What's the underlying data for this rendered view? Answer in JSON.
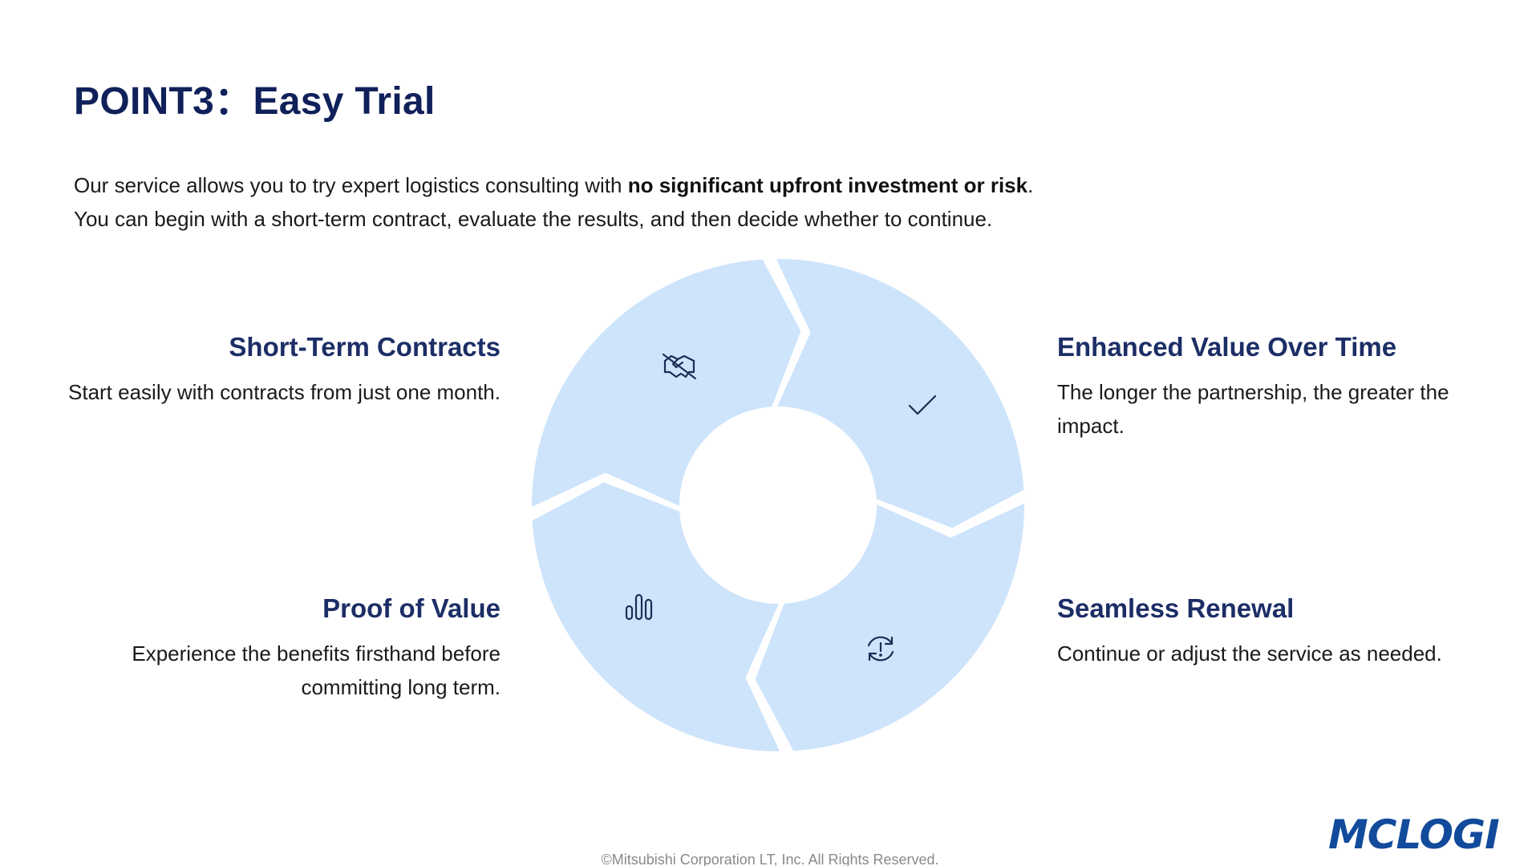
{
  "title": "POINT3：Easy Trial",
  "intro": {
    "line1_prefix": "Our service allows you to try expert logistics consulting with ",
    "line1_bold": "no significant upfront investment or risk",
    "line1_suffix": ".",
    "line2": "You can begin with a short-term contract, evaluate the results, and then decide whether to continue."
  },
  "cycle": {
    "segment_color": "#cde4fb",
    "items": [
      {
        "heading": "Short-Term Contracts",
        "text": "Start easily with contracts from just one month.",
        "icon": "no-handshake-icon"
      },
      {
        "heading": "Enhanced Value Over Time",
        "text": "The longer the partnership, the greater the impact.",
        "icon": "checkmark-icon"
      },
      {
        "heading": "Proof of Value",
        "text": "Experience the benefits firsthand before committing long term.",
        "icon": "bar-chart-icon"
      },
      {
        "heading": "Seamless Renewal",
        "text": "Continue or adjust the service as needed.",
        "icon": "refresh-alert-icon"
      }
    ]
  },
  "colors": {
    "title": "#10205a",
    "heading": "#1c2e66",
    "logo": "#124a9c"
  },
  "footer": "©Mitsubishi Corporation LT, Inc. All Rights Reserved.",
  "logo": "MCLOGI"
}
